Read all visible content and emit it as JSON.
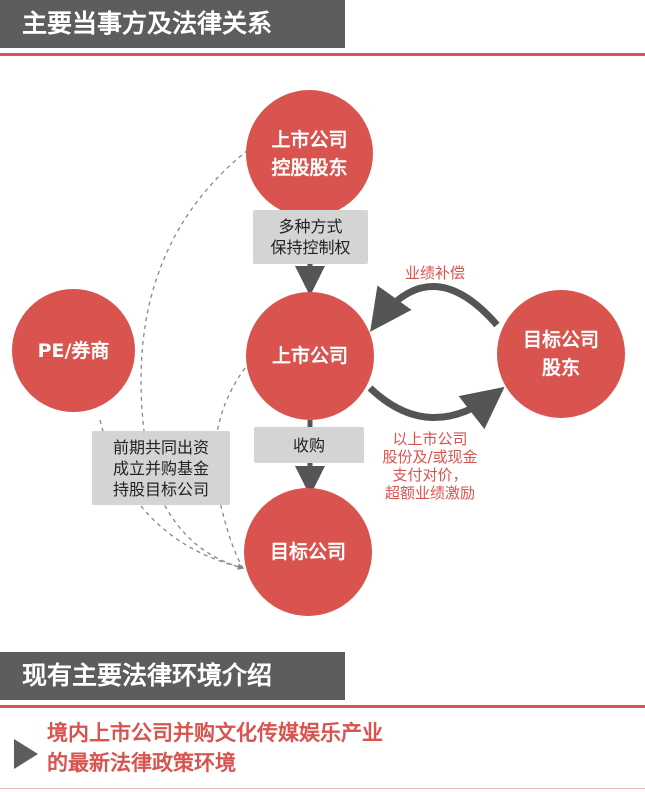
{
  "section1": {
    "title": "主要当事方及法律关系"
  },
  "nodes": {
    "controller": {
      "line1": "上市公司",
      "line2": "控股股东"
    },
    "pe": {
      "label": "PE/券商"
    },
    "listed": {
      "label": "上市公司"
    },
    "target_holder": {
      "line1": "目标公司",
      "line2": "股东"
    },
    "target": {
      "label": "目标公司"
    }
  },
  "edges": {
    "control": {
      "line1": "多种方式",
      "line2": "保持控制权"
    },
    "acquire": {
      "label": "收购"
    },
    "fund": {
      "line1": "前期共同出资",
      "line2": "成立并购基金",
      "line3": "持股目标公司"
    },
    "compensation": {
      "label": "业绩补偿"
    },
    "payment": {
      "line1": "以上市公司",
      "line2": "股份及/或现金",
      "line3": "支付对价，",
      "line4": "超额业绩激励"
    }
  },
  "section2": {
    "title": "现有主要法律环境介绍",
    "subtitle_line1": "境内上市公司并购文化传媒娱乐产业",
    "subtitle_line2": "的最新法律政策环境"
  },
  "colors": {
    "accent": "#d9534f",
    "header_bg": "#5d5d5d",
    "box_bg": "#d4d4d4",
    "arrow": "#555555"
  }
}
